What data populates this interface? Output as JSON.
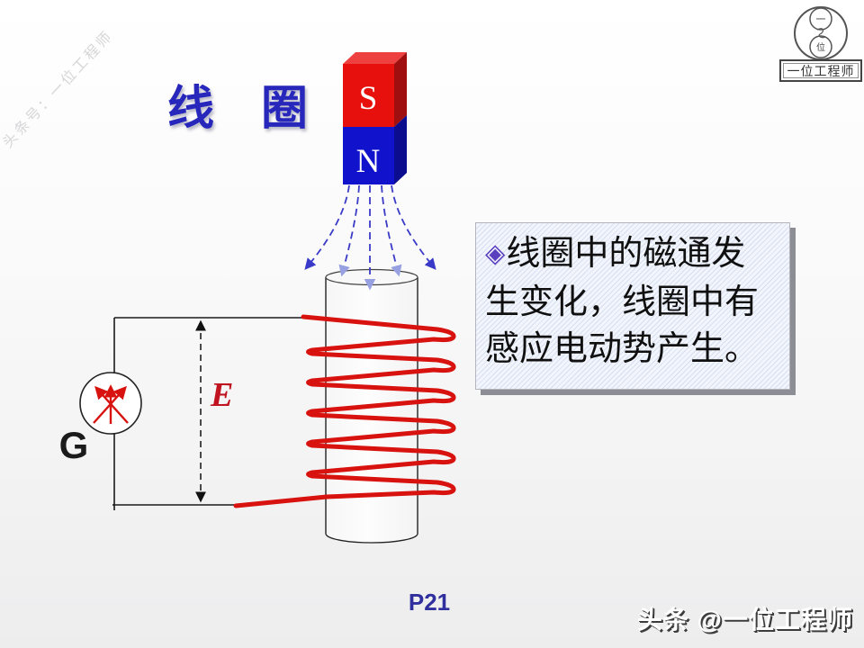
{
  "title": {
    "text": "线　圈"
  },
  "magnet": {
    "s_label": "S",
    "n_label": "N"
  },
  "circuit": {
    "galvanometer_label": "G",
    "emf_label": "E"
  },
  "callout": {
    "bullet": "◈",
    "lines": [
      "线圈中的磁通发",
      "生变化，线圈中有",
      "感应电动势产生。"
    ]
  },
  "footer": {
    "page_number": "P21"
  },
  "watermarks": {
    "left_diagonal": "头条号：一位工程师",
    "bottom_right": "头条 @一位工程师"
  },
  "logo": {
    "top_char": "一",
    "bottom_char": "位",
    "box_label": "一位工程师"
  },
  "colors": {
    "title_blue": "#2727bc",
    "magnet_red": "#e8100c",
    "magnet_red_side": "#a00f0f",
    "magnet_red_top": "#ef4040",
    "magnet_blue": "#1113cc",
    "magnet_blue_side": "#0c0c8e",
    "coil_red": "#d8120e",
    "field_blue": "#3a3ac8",
    "field_blue_light": "#97a0e0",
    "emf_red": "#c01420",
    "wire_black": "#1a1a1a",
    "page_number_navy": "#2f2f9e",
    "callout_bg": "#f2f5fb"
  }
}
